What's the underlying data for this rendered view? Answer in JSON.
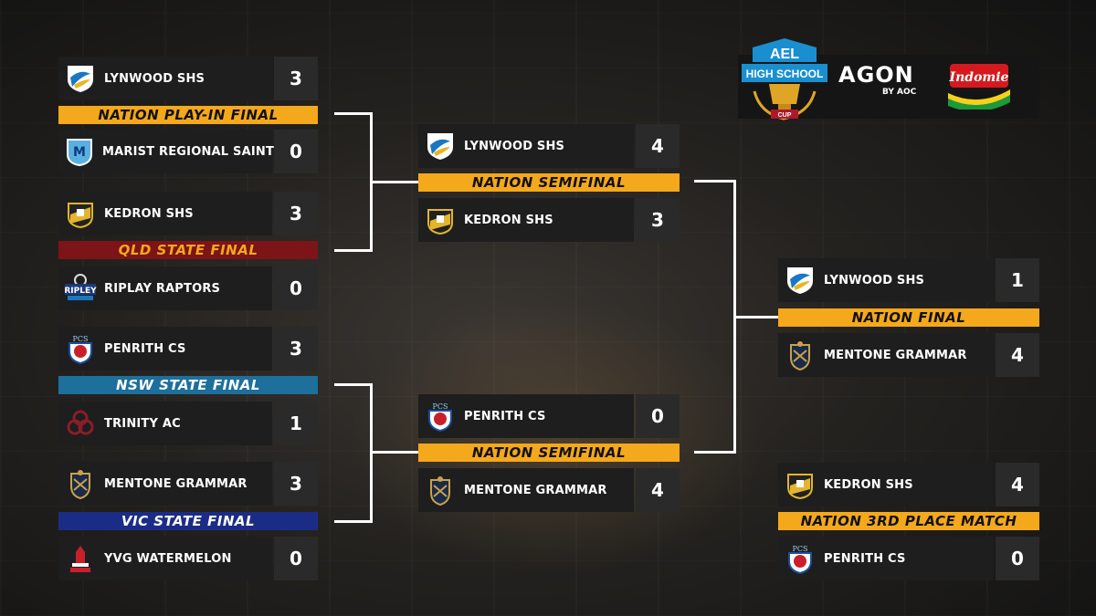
{
  "sponsors": {
    "ael_badge_top": "AEL",
    "ael_badge_text": "HIGH SCHOOL",
    "ael_badge_cup": "CUP",
    "agon": "AGON",
    "agon_by": "BY AOC",
    "indomie": "Indomie"
  },
  "colors": {
    "gold": "#f4a81b",
    "qld_red": "#7c1418",
    "nsw_blue": "#1d6f9c",
    "vic_navy": "#1b2c87",
    "row_dark": "#1e1e1e"
  },
  "round1": {
    "m1": {
      "title": "NATION PLAY-IN FINAL",
      "top": {
        "name": "LYNWOOD SHS",
        "score": "3",
        "logo": "lynwood-logo"
      },
      "bottom": {
        "name": "MARIST REGIONAL SAINTS",
        "score": "0",
        "logo": "marist-logo"
      }
    },
    "m2": {
      "title": "QLD STATE FINAL",
      "top": {
        "name": "KEDRON SHS",
        "score": "3",
        "logo": "kedron-logo"
      },
      "bottom": {
        "name": "RIPLAY RAPTORS",
        "score": "0",
        "logo": "ripley-logo",
        "logo_text": "RIPLEY"
      }
    },
    "m3": {
      "title": "NSW STATE FINAL",
      "top": {
        "name": "PENRITH CS",
        "score": "3",
        "logo": "penrith-logo",
        "logo_text": "PCS"
      },
      "bottom": {
        "name": "TRINITY AC",
        "score": "1",
        "logo": "trinity-logo"
      }
    },
    "m4": {
      "title": "VIC STATE FINAL",
      "top": {
        "name": "MENTONE GRAMMAR",
        "score": "3",
        "logo": "mentone-logo"
      },
      "bottom": {
        "name": "YVG WATERMELON",
        "score": "0",
        "logo": "yvg-logo"
      }
    }
  },
  "semis": {
    "s1": {
      "title": "NATION SEMIFINAL",
      "top": {
        "name": "LYNWOOD SHS",
        "score": "4"
      },
      "bottom": {
        "name": "KEDRON SHS",
        "score": "3"
      }
    },
    "s2": {
      "title": "NATION SEMIFINAL",
      "top": {
        "name": "PENRITH CS",
        "score": "0"
      },
      "bottom": {
        "name": "MENTONE GRAMMAR",
        "score": "4"
      }
    }
  },
  "final": {
    "title": "NATION FINAL",
    "top": {
      "name": "LYNWOOD SHS",
      "score": "1"
    },
    "bottom": {
      "name": "MENTONE GRAMMAR",
      "score": "4"
    }
  },
  "third_place": {
    "title": "NATION 3RD PLACE MATCH",
    "top": {
      "name": "KEDRON SHS",
      "score": "4"
    },
    "bottom": {
      "name": "PENRITH CS",
      "score": "0"
    }
  }
}
